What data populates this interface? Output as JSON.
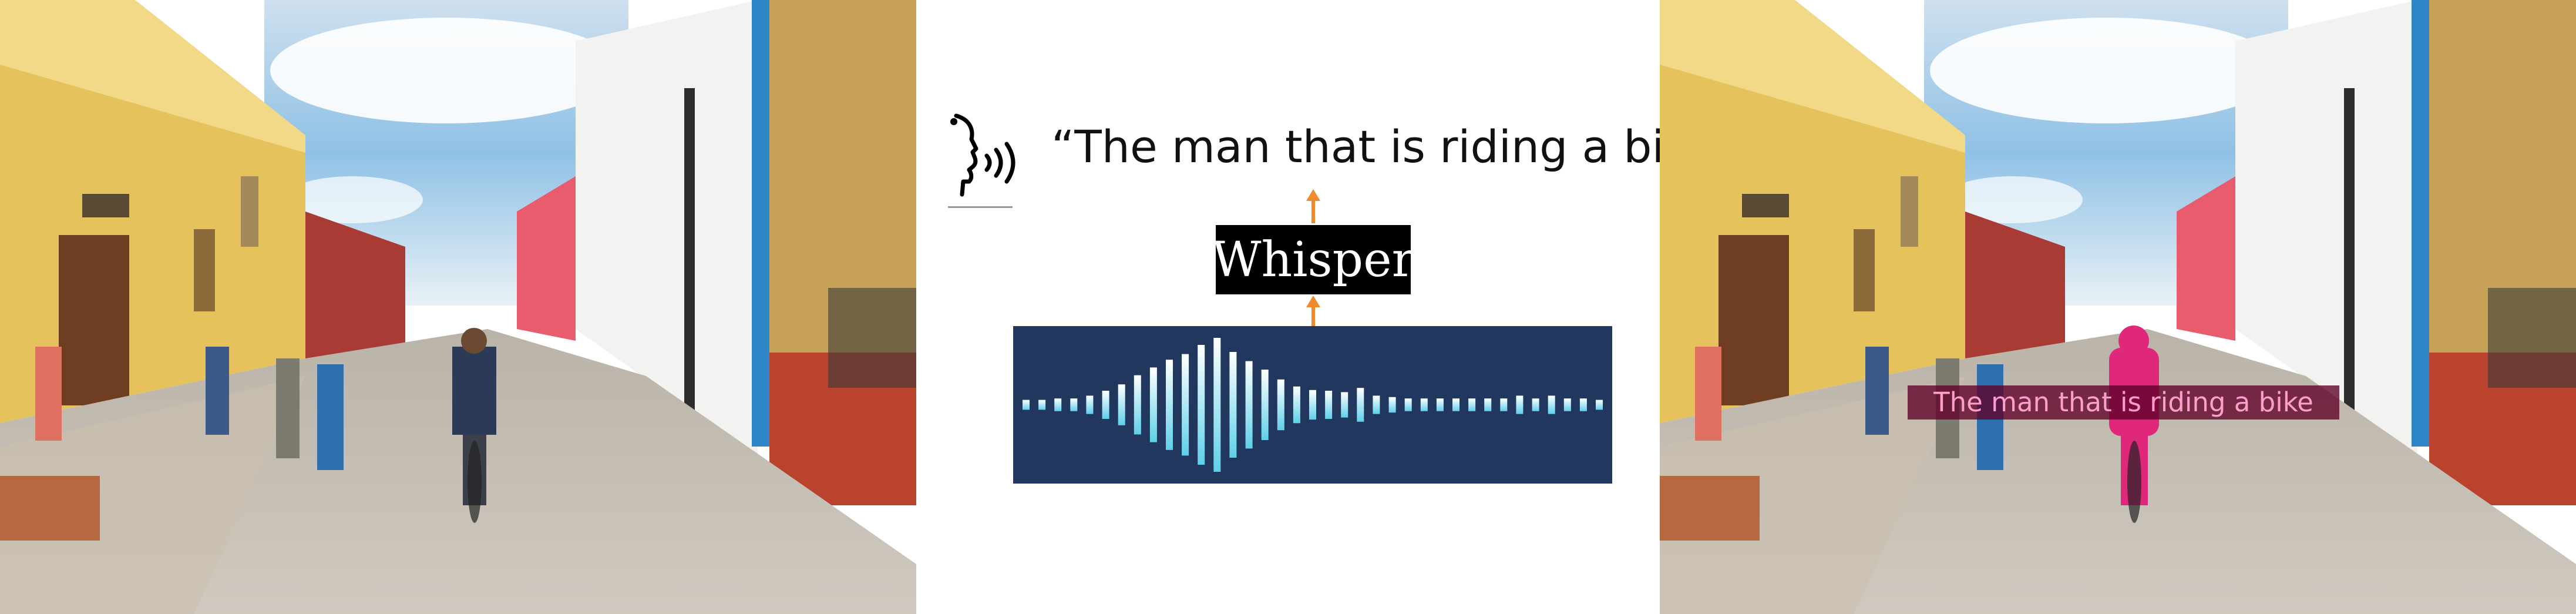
{
  "speech": {
    "text": "“The man that is riding a bike”"
  },
  "model": {
    "label": "Whisper"
  },
  "caption": {
    "text": "The man that is riding a bike"
  },
  "waveform": {
    "bars": [
      0.07,
      0.07,
      0.09,
      0.09,
      0.13,
      0.2,
      0.29,
      0.42,
      0.53,
      0.64,
      0.72,
      0.85,
      0.95,
      0.75,
      0.62,
      0.5,
      0.36,
      0.26,
      0.21,
      0.2,
      0.18,
      0.24,
      0.13,
      0.11,
      0.09,
      0.09,
      0.09,
      0.09,
      0.09,
      0.09,
      0.09,
      0.13,
      0.09,
      0.13,
      0.09,
      0.09,
      0.07
    ],
    "background": "#22375e",
    "bar_top_color": "#ffffff",
    "bar_bottom_color": "#5fd0ea"
  },
  "colors": {
    "arrow": "#f08a2c",
    "caption_text": "#ff9ecb"
  }
}
